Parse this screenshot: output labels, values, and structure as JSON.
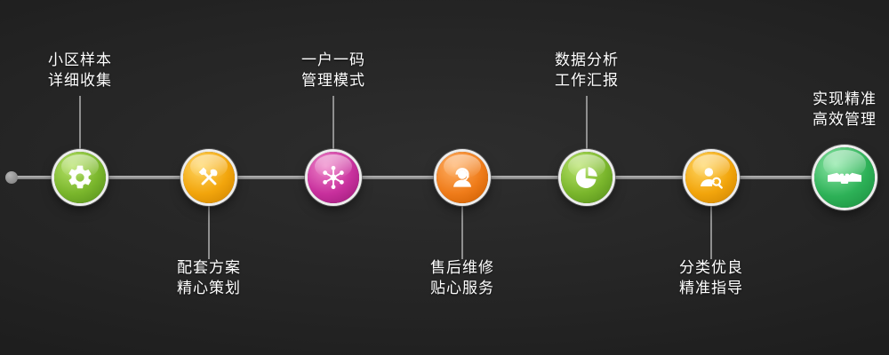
{
  "diagram": {
    "type": "process-timeline",
    "axis_color": "#8f8f8f",
    "text_color": "#ffffff",
    "nodes": [
      {
        "id": 1,
        "icon": "gear-icon",
        "color_theme": "green",
        "color": "#7ab62c",
        "label_position": "above",
        "label_lines": [
          "小区样本",
          "详细收集"
        ]
      },
      {
        "id": 2,
        "icon": "tools-icon",
        "color_theme": "amber",
        "color": "#f2a50c",
        "label_position": "below",
        "label_lines": [
          "配套方案",
          "精心策划"
        ]
      },
      {
        "id": 3,
        "icon": "network-icon",
        "color_theme": "magenta",
        "color": "#c8309d",
        "label_position": "above",
        "label_lines": [
          "一户一码",
          "管理模式"
        ]
      },
      {
        "id": 4,
        "icon": "support-agent-icon",
        "color_theme": "orange",
        "color": "#ef7c1a",
        "label_position": "below",
        "label_lines": [
          "售后维修",
          "贴心服务"
        ]
      },
      {
        "id": 5,
        "icon": "pie-chart-icon",
        "color_theme": "green",
        "color": "#7ab62c",
        "label_position": "above",
        "label_lines": [
          "数据分析",
          "工作汇报"
        ]
      },
      {
        "id": 6,
        "icon": "person-search-icon",
        "color_theme": "amber",
        "color": "#f2a50c",
        "label_position": "below",
        "label_lines": [
          "分类优良",
          "精准指导"
        ]
      },
      {
        "id": 7,
        "icon": "handshake-icon",
        "color_theme": "bright-green",
        "color": "#2db157",
        "label_position": "above",
        "label_lines": [
          "实现精准",
          "高效管理"
        ]
      }
    ]
  }
}
